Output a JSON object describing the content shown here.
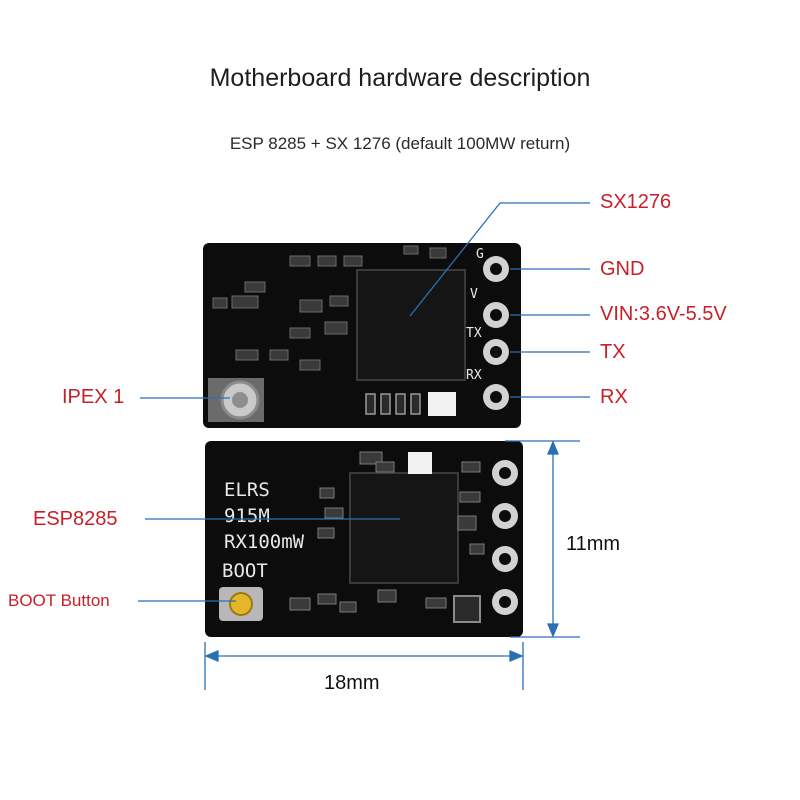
{
  "header": {
    "title": "Motherboard hardware description",
    "subtitle": "ESP 8285 + SX 1276 (default 100MW return)"
  },
  "top_board": {
    "labels": {
      "sx1276": "SX1276",
      "gnd": "GND",
      "vin": "VIN:3.6V-5.5V",
      "tx": "TX",
      "rx": "RX",
      "ipex": "IPEX 1"
    },
    "silkscreen": {
      "pad_g": "G",
      "pad_v": "V",
      "pad_tx": "TX",
      "pad_rx": "RX"
    }
  },
  "bottom_board": {
    "labels": {
      "esp": "ESP8285",
      "boot_button": "BOOT Button"
    },
    "silkscreen": {
      "line1": "ELRS",
      "line2": "915M",
      "line3": "RX100mW",
      "boot": "BOOT"
    }
  },
  "dimensions": {
    "height": "11mm",
    "width": "18mm"
  },
  "colors": {
    "label_red": "#c8202a",
    "leader_blue": "#2a6fb5",
    "pcb": "#0c0c0c"
  }
}
